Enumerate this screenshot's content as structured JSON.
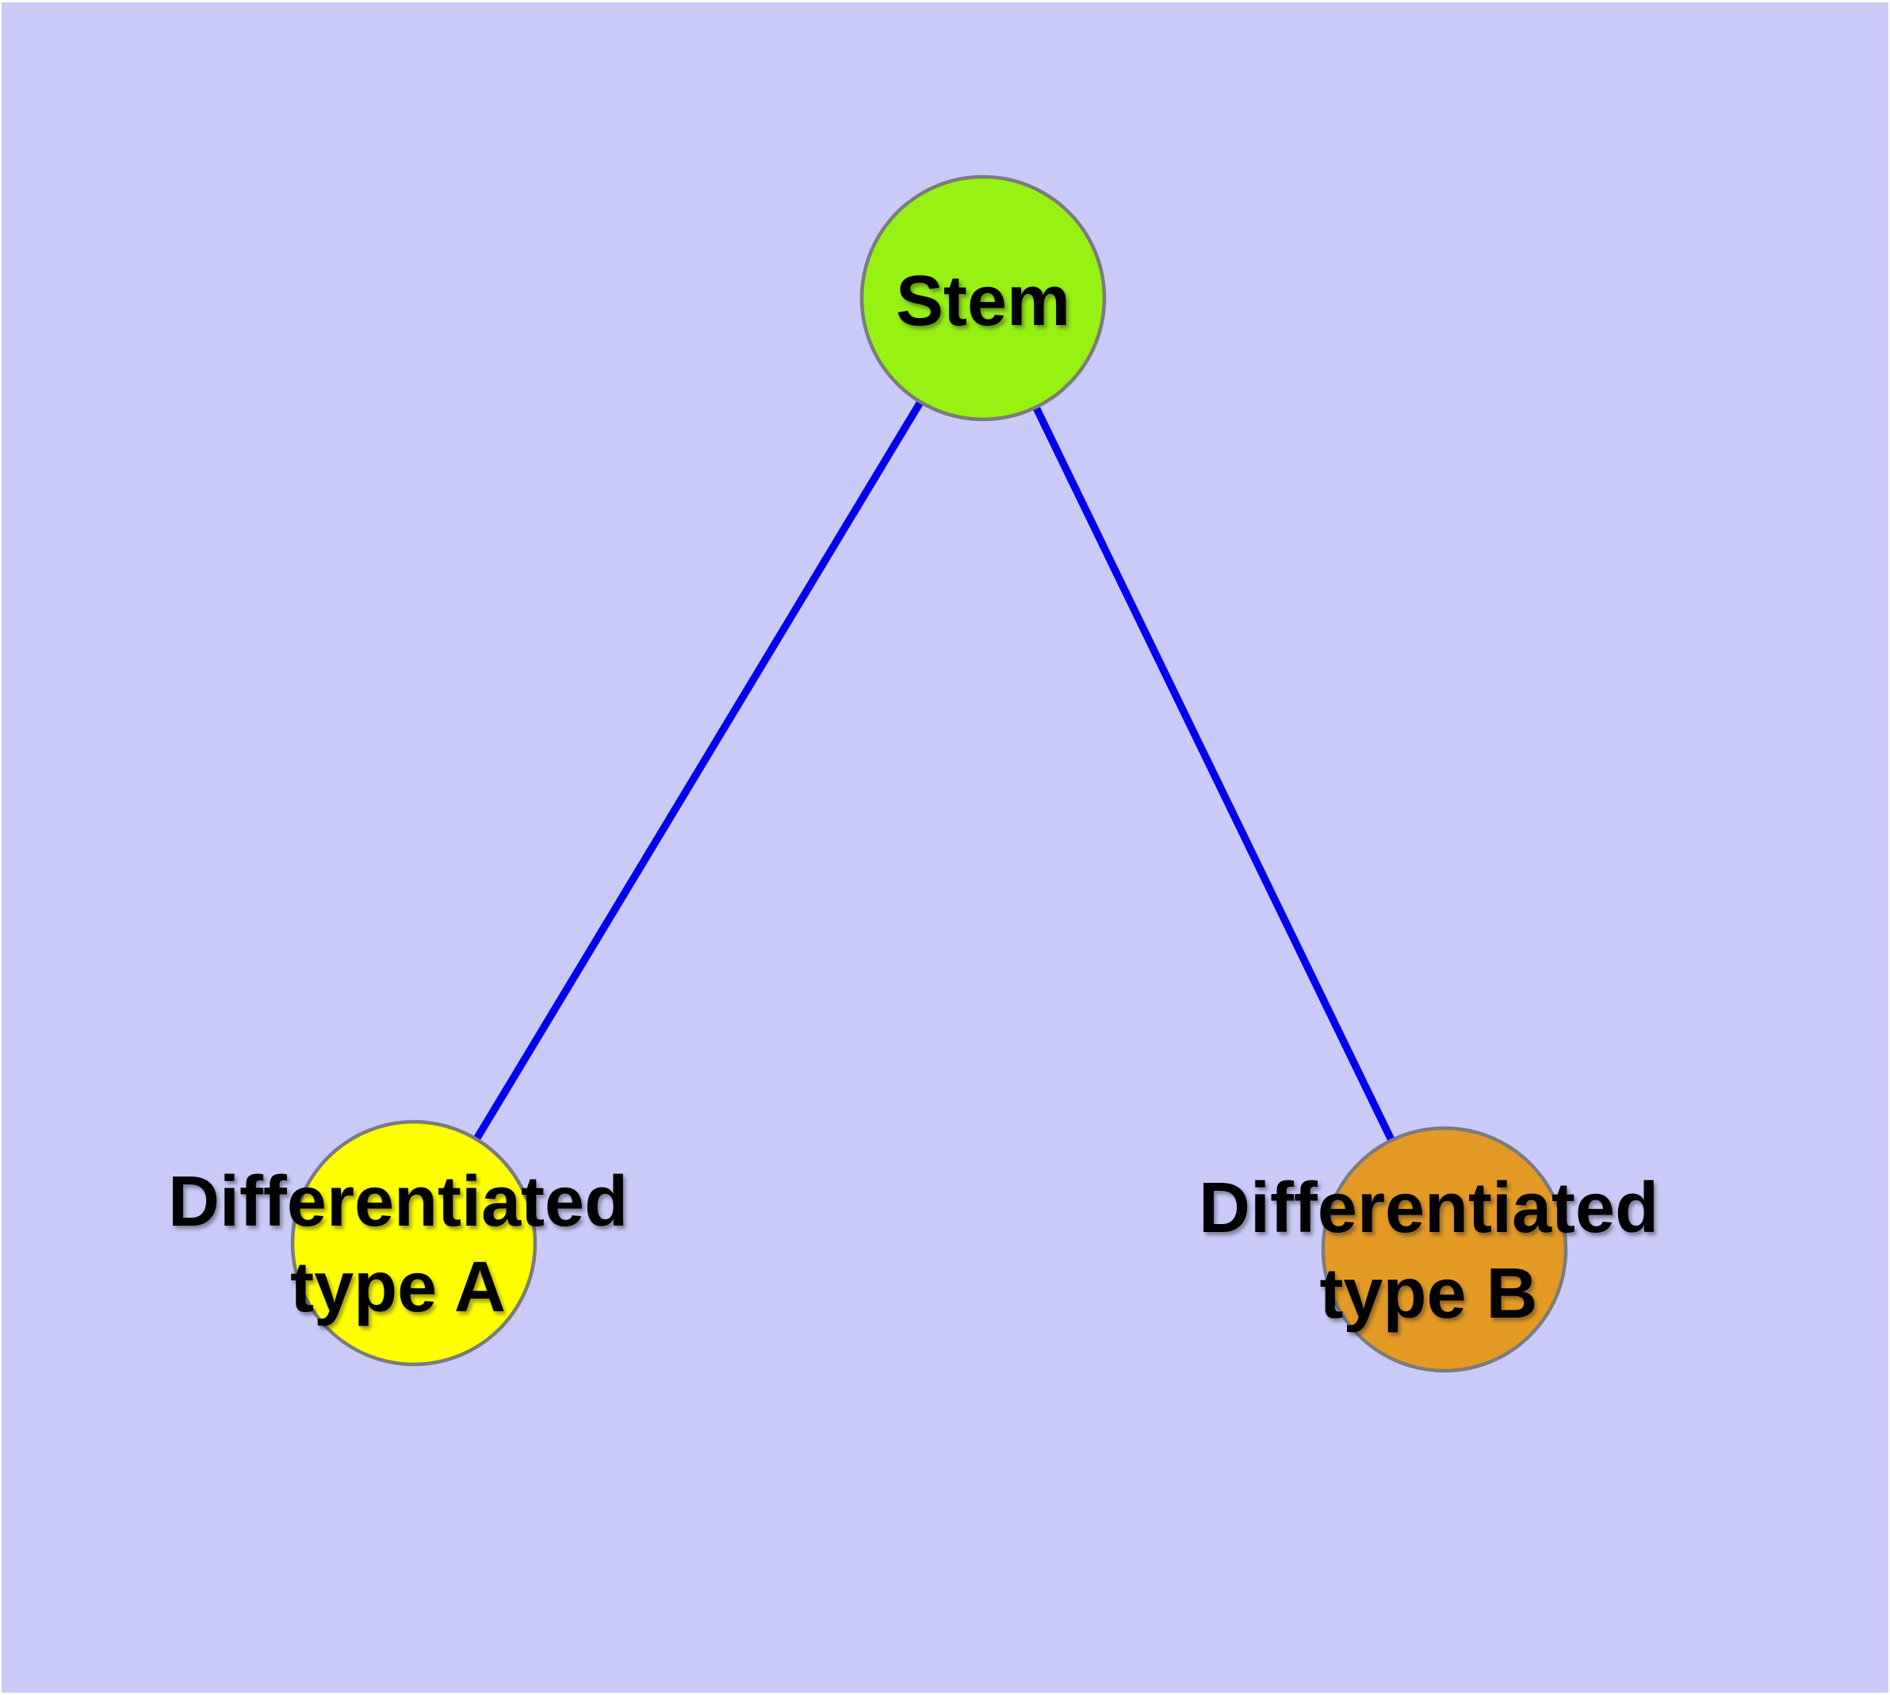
{
  "diagram": {
    "background_color": "#CACAF8",
    "frame_color": "#FFFFFF",
    "edge_color": "#0000EE",
    "node_border_color": "#7B7B7B",
    "label_color": "#000000",
    "nodes": [
      {
        "id": "stem",
        "label": "Stem",
        "label_line1": "Stem",
        "label_line2": "",
        "fill": "#97F113"
      },
      {
        "id": "differentiated-type-a",
        "label": "Differentiated type A",
        "label_line1": "Differentiated",
        "label_line2": "type A",
        "fill": "#FFFF00"
      },
      {
        "id": "differentiated-type-b",
        "label": "Differentiated type B",
        "label_line1": "Differentiated",
        "label_line2": "type B",
        "fill": "#E39A24"
      }
    ],
    "edges": [
      {
        "from": "Stem",
        "to": "Differentiated type A"
      },
      {
        "from": "Stem",
        "to": "Differentiated type B"
      }
    ]
  }
}
